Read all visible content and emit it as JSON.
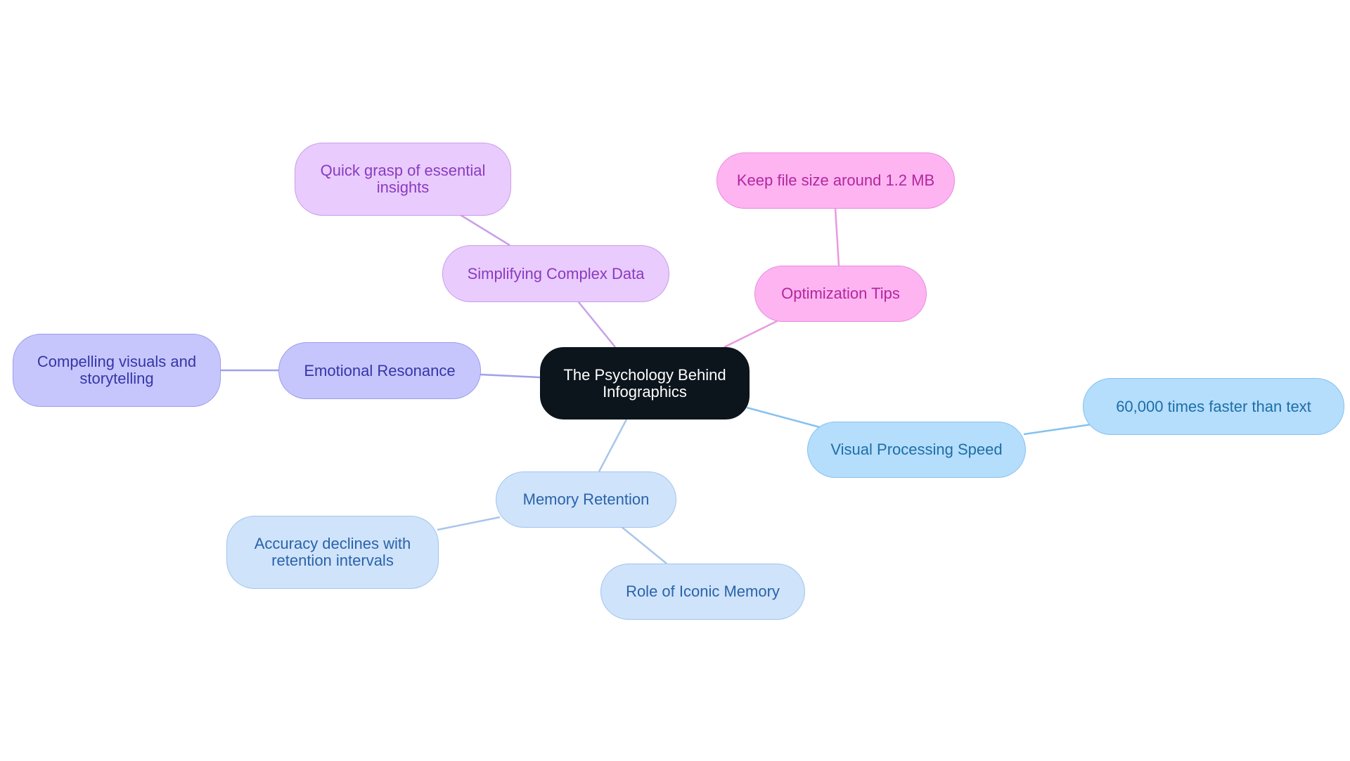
{
  "diagram": {
    "type": "mind-map",
    "root": {
      "label": "The Psychology Behind Infographics"
    },
    "branches": [
      {
        "label": "Optimization Tips",
        "color": "#fdb4f1",
        "children": [
          {
            "label": "Keep file size around 1.2 MB"
          }
        ]
      },
      {
        "label": "Simplifying Complex Data",
        "color": "#e9cbfd",
        "children": [
          {
            "label": "Quick grasp of essential insights"
          }
        ]
      },
      {
        "label": "Emotional Resonance",
        "color": "#c6c6fd",
        "children": [
          {
            "label": "Compelling visuals and storytelling"
          }
        ]
      },
      {
        "label": "Memory Retention",
        "color": "#cfe3fb",
        "children": [
          {
            "label": "Accuracy declines with retention intervals"
          },
          {
            "label": "Role of Iconic Memory"
          }
        ]
      },
      {
        "label": "Visual Processing Speed",
        "color": "#b5ddfc",
        "children": [
          {
            "label": "60,000 times faster than text"
          }
        ]
      }
    ]
  },
  "colors": {
    "root_bg": "#0c141c",
    "edge_pink": "#e89ae0",
    "edge_purple": "#c9a0e8",
    "edge_indigo": "#a0a0ea",
    "edge_lightblue": "#a8c6ea",
    "edge_skyblue": "#86c2ee"
  }
}
